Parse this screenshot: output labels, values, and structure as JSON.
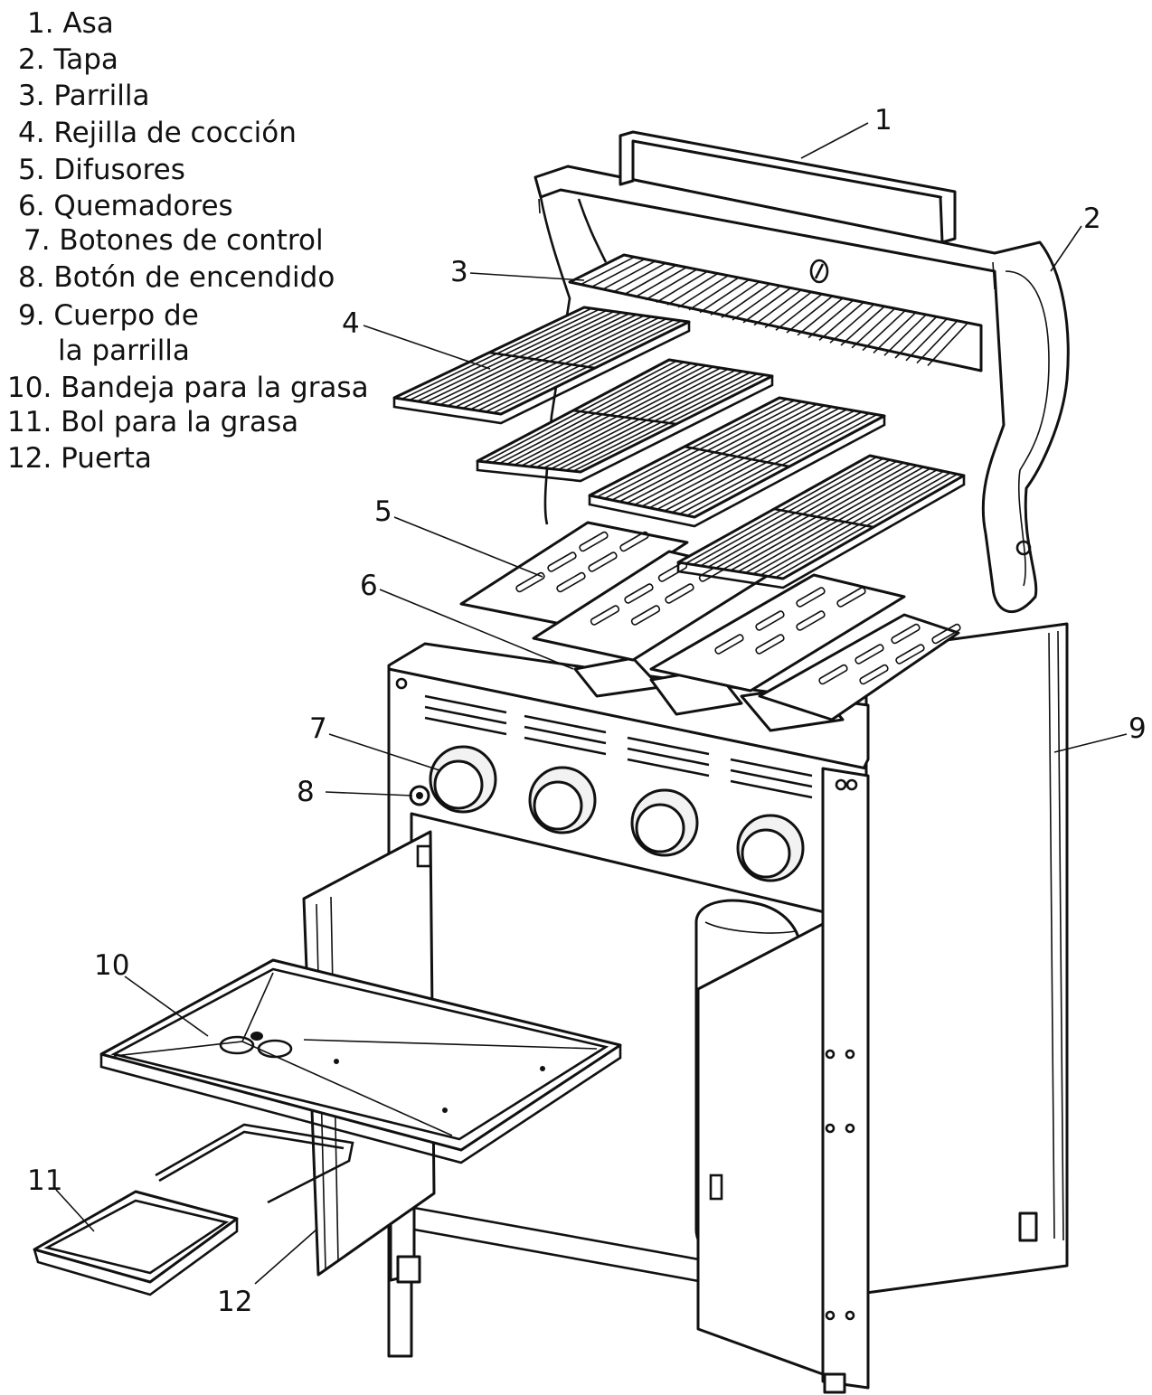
{
  "legend": [
    {
      "text": "1. Asa"
    },
    {
      "text": "2. Tapa"
    },
    {
      "text": "3. Parrilla"
    },
    {
      "text": "4. Rejilla de cocción"
    },
    {
      "text": "5. Difusores"
    },
    {
      "text": "6. Quemadores"
    },
    {
      "text": "7. Botones de control"
    },
    {
      "text": "8. Botón de encendido"
    },
    {
      "text": "9.  Cuerpo de"
    },
    {
      "text": "la parrilla"
    },
    {
      "text": "10.  Bandeja para la grasa"
    },
    {
      "text": "11. Bol para la grasa"
    },
    {
      "text": "12. Puerta"
    }
  ],
  "callouts": [
    "1",
    "2",
    "3",
    "4",
    "5",
    "6",
    "7",
    "8",
    "9",
    "10",
    "11",
    "12"
  ]
}
